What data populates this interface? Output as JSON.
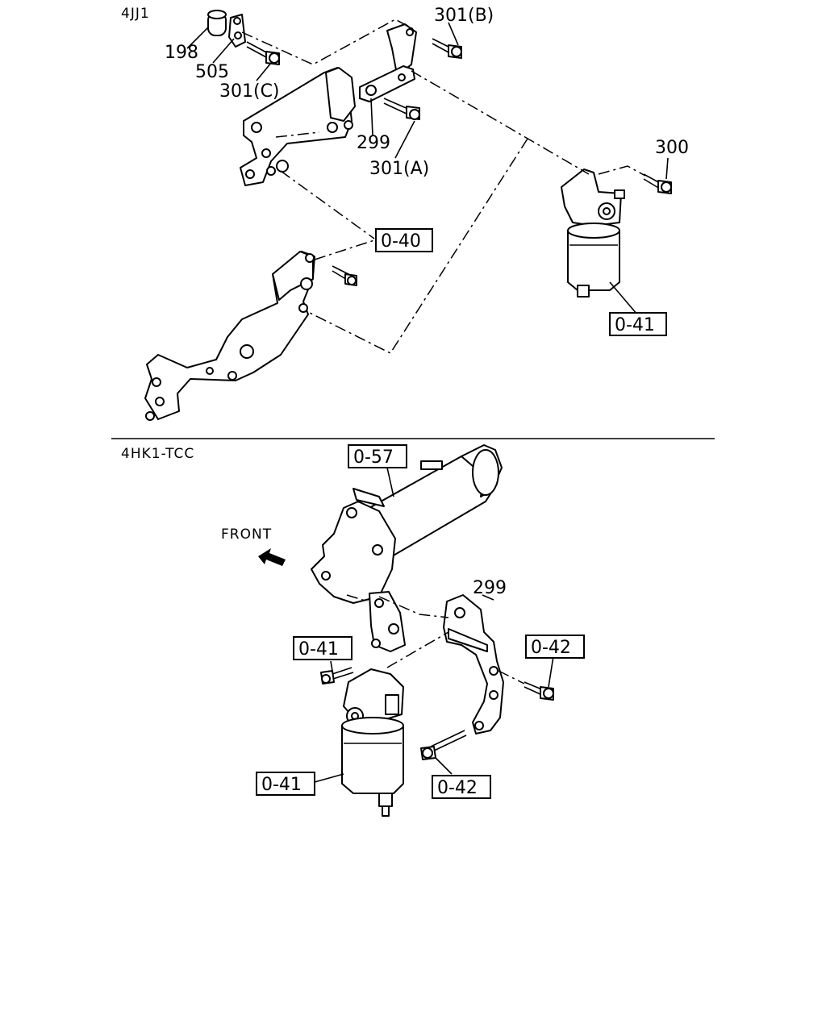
{
  "sections": [
    {
      "engine": "4JJ1"
    },
    {
      "engine": "4HK1-TCC"
    }
  ],
  "callouts": {
    "c198": "198",
    "c505": "505",
    "c301c": "301(C)",
    "c301b": "301(B)",
    "c299_top": "299",
    "c301a": "301(A)",
    "c300": "300",
    "c040": "0-40",
    "c041_top": "0-41",
    "c057": "0-57",
    "c299_bot": "299",
    "c041_left": "0-41",
    "c042_right": "0-42",
    "c041_bot": "0-41",
    "c042_bot": "0-42"
  },
  "front_label": "FRONT",
  "icons": [
    "front-arrow-icon"
  ]
}
